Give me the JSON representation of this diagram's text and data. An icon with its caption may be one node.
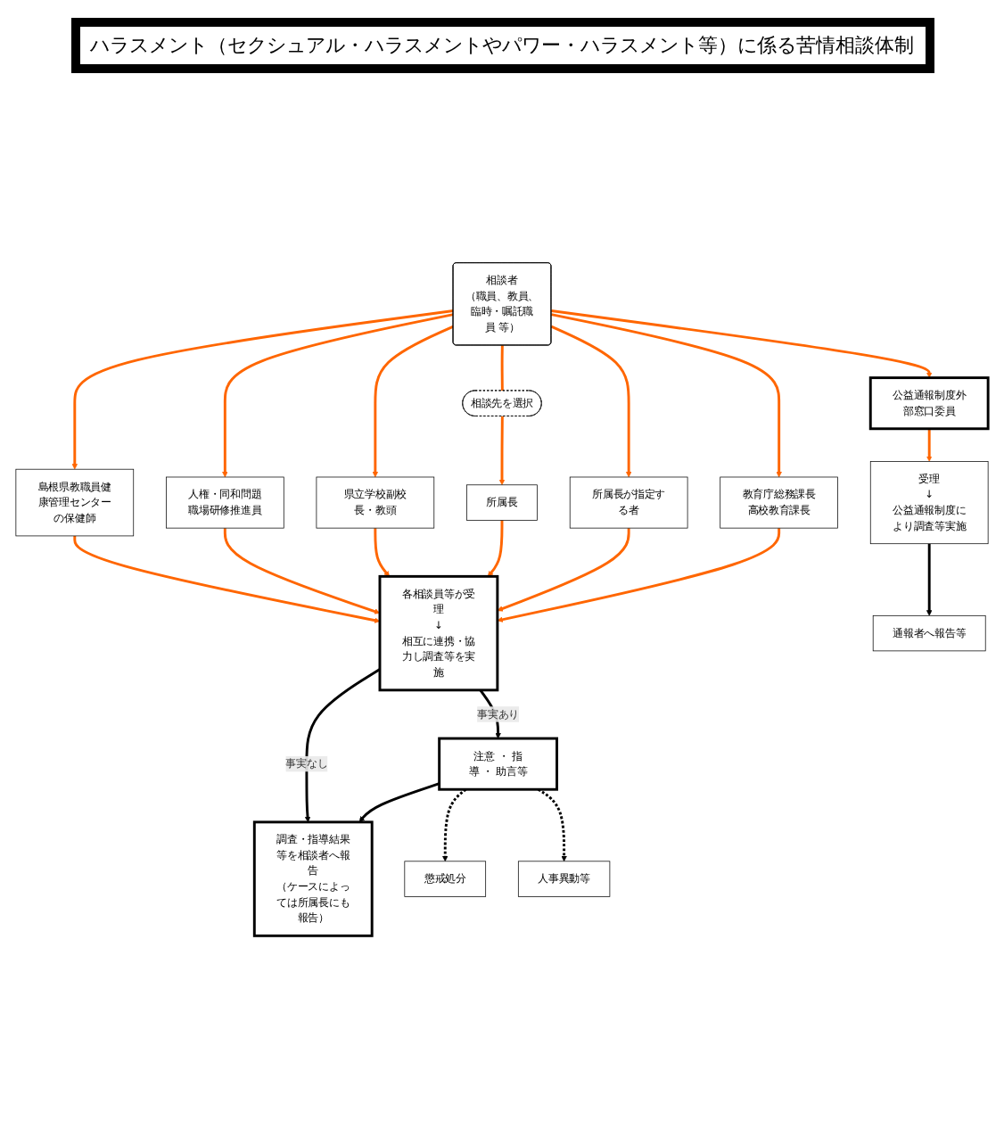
{
  "diagram": {
    "title": "ハラスメント（セクシュアル・ハラスメントやパワー・ハラスメント等）に係る苦情相談体制",
    "nodes": [
      {
        "text": [
          "相談者",
          "（職員、教員、臨時・嘱託職員 等）"
        ]
      },
      {
        "text": [
          "相談先を選択"
        ]
      },
      {
        "text": [
          "島根県教職員健康管理センターの保健師"
        ]
      },
      {
        "text": [
          "人権・同和問題職場研修推進員"
        ]
      },
      {
        "text": [
          "県立学校副校長・教頭"
        ]
      },
      {
        "text": [
          "所属長"
        ]
      },
      {
        "text": [
          "所属長が指定する者"
        ]
      },
      {
        "text": [
          "教育庁総務課長高校教育課長"
        ]
      },
      {
        "text": [
          "公益通報制度外部窓口委員"
        ]
      },
      {
        "text": [
          "各相談員等が受理",
          "↓",
          "相互に連携・協力し調査等を実施"
        ]
      },
      {
        "text": [
          "受理",
          "↓",
          "公益通報制度により調査等実施"
        ]
      },
      {
        "text": [
          "注意 ・ 指導 ・ 助言等"
        ]
      },
      {
        "text": [
          "懲戒処分"
        ]
      },
      {
        "text": [
          "人事異動等"
        ]
      },
      {
        "text": [
          "調査・指導結果等を相談者へ報告",
          "（ケースによっては所属長にも報告）"
        ]
      },
      {
        "text": [
          "通報者へ報告等"
        ]
      }
    ],
    "edges": [
      {
        "from": 0,
        "to": 2,
        "arrow": "to"
      },
      {
        "from": 0,
        "to": 3,
        "arrow": "to"
      },
      {
        "from": 0,
        "to": 4,
        "arrow": "to"
      },
      {
        "from": 0,
        "to": 1,
        "arrow": "none"
      },
      {
        "from": 1,
        "to": 5,
        "arrow": "to"
      },
      {
        "from": 0,
        "to": 6,
        "arrow": "to"
      },
      {
        "from": 0,
        "to": 7,
        "arrow": "to"
      },
      {
        "from": 0,
        "to": 8,
        "arrow": "to"
      },
      {
        "from": 2,
        "to": 9,
        "arrow": "to"
      },
      {
        "from": 3,
        "to": 9,
        "arrow": "to"
      },
      {
        "from": 4,
        "to": 9,
        "arrow": "to"
      },
      {
        "from": 5,
        "to": 9,
        "arrow": "to"
      },
      {
        "from": 6,
        "to": 9,
        "arrow": "to"
      },
      {
        "from": 7,
        "to": 9,
        "arrow": "to"
      },
      {
        "from": 8,
        "to": 10,
        "arrow": "to"
      },
      {
        "from": 9,
        "to": 14,
        "arrow": "to",
        "label": "事実なし",
        "color": "#000000"
      },
      {
        "from": 9,
        "to": 11,
        "arrow": "to",
        "label": "事実あり",
        "color": "#000000"
      },
      {
        "from": 11,
        "to": 12,
        "arrow": "to",
        "style": "dashed",
        "color": "#000000"
      },
      {
        "from": 11,
        "to": 14,
        "arrow": "to",
        "color": "#000000"
      },
      {
        "from": 11,
        "to": 13,
        "arrow": "to",
        "style": "dashed",
        "color": "#000000"
      },
      {
        "from": 10,
        "to": 15,
        "arrow": "to",
        "color": "#000000"
      }
    ]
  }
}
